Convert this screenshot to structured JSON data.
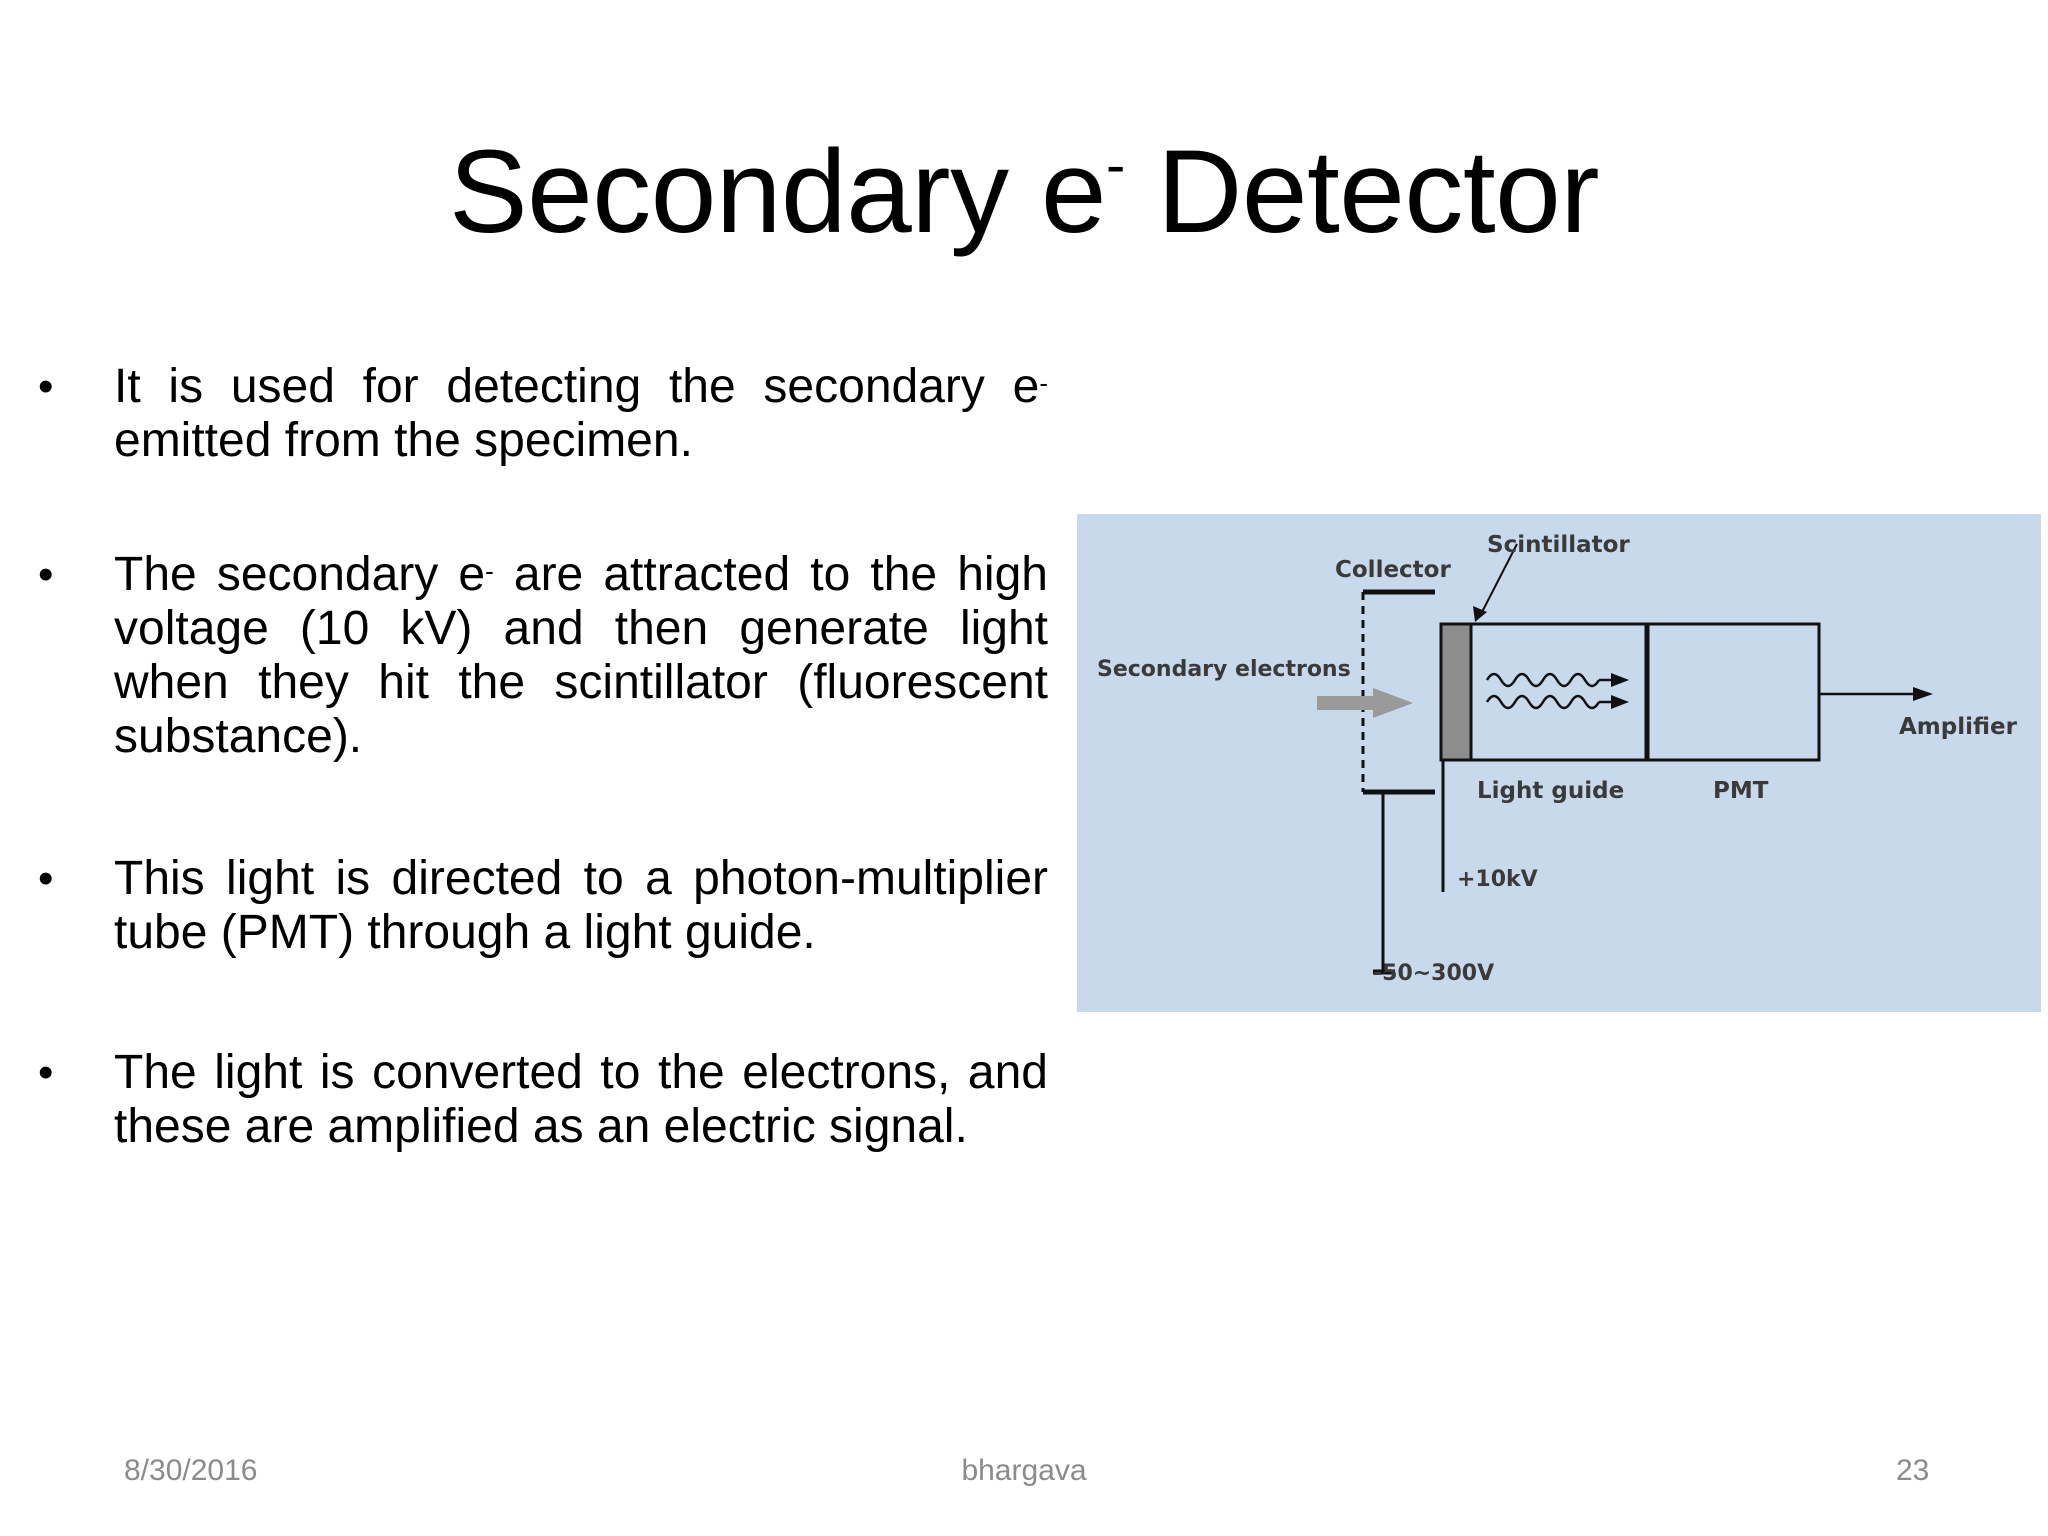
{
  "slide": {
    "title_main": "Secondary e",
    "title_sup": "-",
    "title_end": " Detector"
  },
  "bullets": [
    {
      "pre": "It is used for detecting the secondary e",
      "sup": "-",
      "post": " emitted from the specimen."
    },
    {
      "pre": "The secondary e",
      "sup": "-",
      "post": " are attracted to the high voltage (10 kV) and then generate light when they hit the scintillator (fluorescent substance)."
    },
    {
      "pre": "This light is directed to a photon-multiplier tube (PMT) through a light guide.",
      "sup": "",
      "post": ""
    },
    {
      "pre": "The light is converted to the electrons, and these are amplified as an electric signal.",
      "sup": "",
      "post": ""
    }
  ],
  "bullet_symbol": "•",
  "diagram": {
    "background": "#c8d9ec",
    "labels": {
      "scintillator": "Scintillator",
      "collector": "Collector",
      "secondary_electrons": "Secondary electrons",
      "amplifier": "Amplifier",
      "light_guide": "Light guide",
      "pmt": "PMT",
      "plus_10kv": "+10kV",
      "collector_voltage": "-50~300V"
    }
  },
  "footer": {
    "date": "8/30/2016",
    "author": "bhargava",
    "page": "23"
  }
}
